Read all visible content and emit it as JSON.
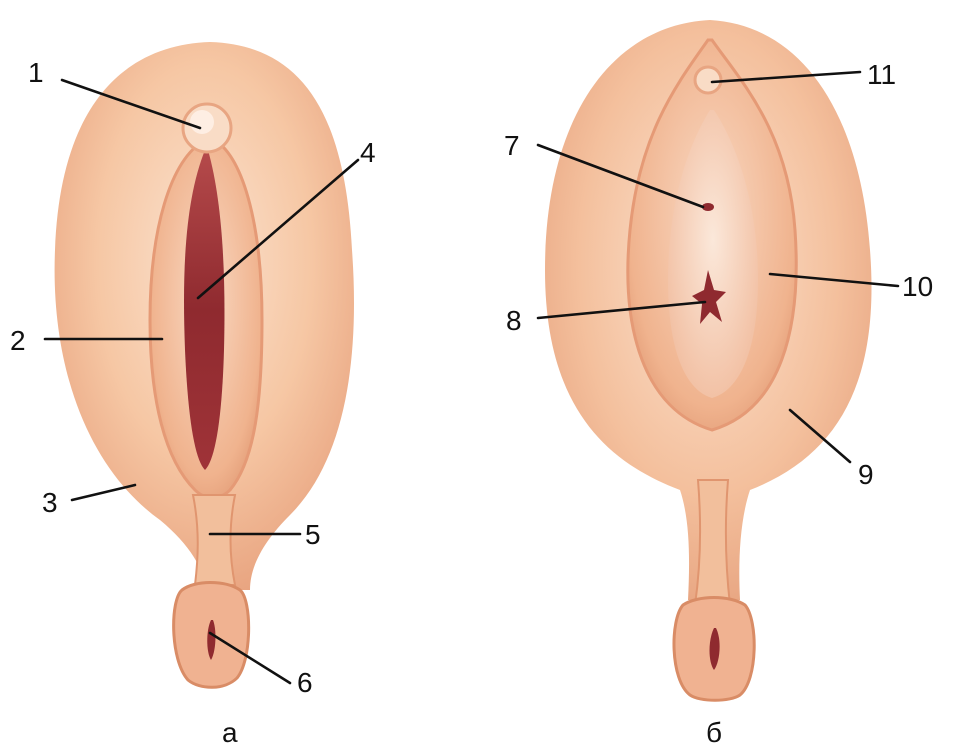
{
  "panels": [
    {
      "caption": "а",
      "labels": [
        "1",
        "2",
        "3",
        "4",
        "5",
        "6"
      ]
    },
    {
      "caption": "б",
      "labels": [
        "7",
        "8",
        "9",
        "10",
        "11"
      ]
    }
  ],
  "colors": {
    "skin_light": "#f6c7a4",
    "skin_mid": "#efad87",
    "skin_dark": "#d88962",
    "tissue_dark": "#8f2a2f",
    "tissue_mid": "#b54a4b",
    "line": "#111111"
  }
}
